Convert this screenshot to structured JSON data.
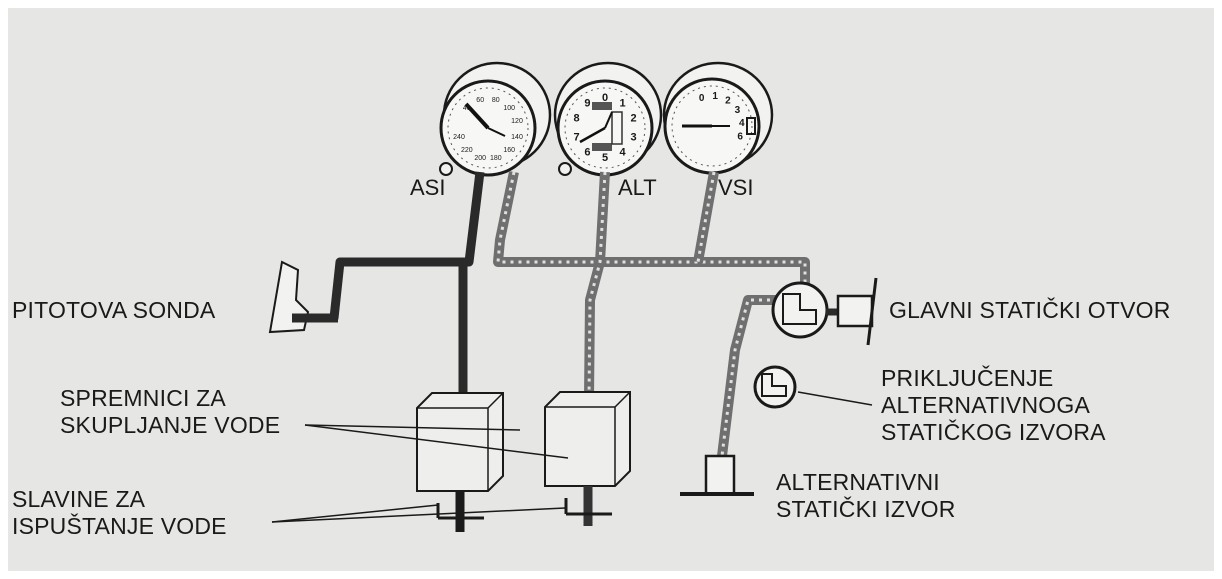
{
  "colors": {
    "paper": "#e6e6e4",
    "ink": "#1a1a1a",
    "pitot_line": "#2a2a2a",
    "static_line": "#6f6f6f"
  },
  "instruments": [
    {
      "label": "ASI",
      "dial": [
        "40",
        "60",
        "80",
        "100",
        "120",
        "140",
        "160",
        "180",
        "200",
        "220",
        "240"
      ]
    },
    {
      "label": "ALT",
      "dial": [
        "0",
        "1",
        "2",
        "3",
        "4",
        "5",
        "6",
        "7",
        "8",
        "9"
      ]
    },
    {
      "label": "VSI",
      "dial": [
        "0",
        "1",
        "2",
        "3",
        "4",
        "6"
      ]
    }
  ],
  "labels": {
    "pitot_probe": "PITOTOVA SONDA",
    "main_static_port": "GLAVNI STATIČKI OTVOR",
    "alternate_connection": [
      "PRIKLJUČENJE",
      "ALTERNATIVNOGA",
      "STATIČKOG IZVORA"
    ],
    "water_traps": [
      "SPREMNICI ZA",
      "SKUPLJANJE VODE"
    ],
    "drain_valves": [
      "SLAVINE ZA",
      "ISPUŠTANJE  VODE"
    ],
    "alternate_static_source": [
      "ALTERNATIVNI",
      "STATIČKI IZVOR"
    ]
  }
}
